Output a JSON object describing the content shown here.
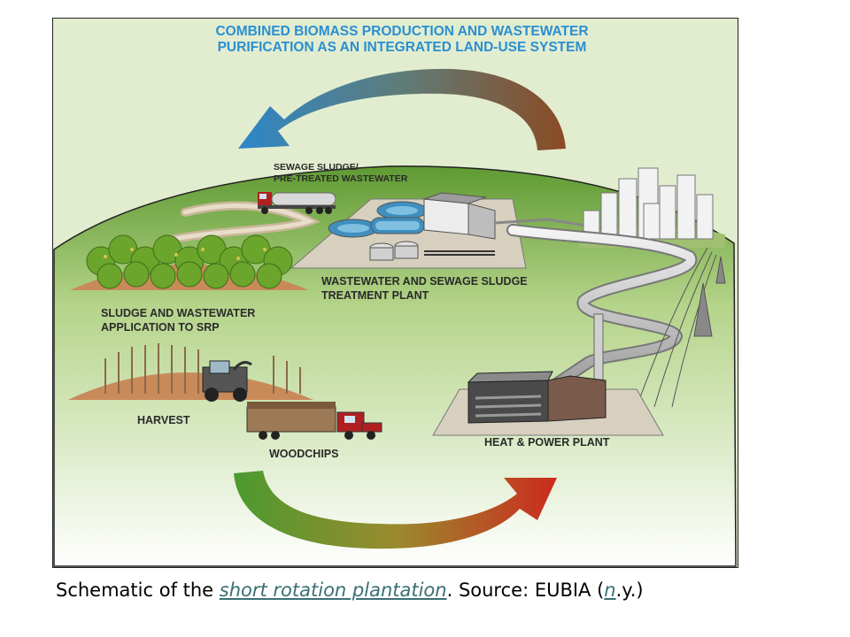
{
  "figure": {
    "title_line1": "COMBINED BIOMASS PRODUCTION AND WASTEWATER",
    "title_line2": "PURIFICATION AS AN INTEGRATED LAND-USE SYSTEM",
    "labels": {
      "sewage_line1": "SEWAGE SLUDGE/",
      "sewage_line2": "PRE-TREATED WASTEWATER",
      "treatment_line1": "WASTEWATER AND SEWAGE SLUDGE",
      "treatment_line2": "TREATMENT PLANT",
      "application_line1": "SLUDGE AND WASTEWATER",
      "application_line2": "APPLICATION TO SRP",
      "harvest": "HARVEST",
      "woodchips": "WOODCHIPS",
      "heat_power": "HEAT & POWER PLANT"
    },
    "colors": {
      "title": "#2b8fd0",
      "background": "#e2edd0",
      "hill": "#6fa43c",
      "arrow_blue": "#3d8bc6",
      "arrow_brown": "#7a4a2a",
      "arrow_green": "#5a9a3a",
      "arrow_red": "#c22a1f"
    }
  },
  "caption": {
    "prefix": "Schematic of the ",
    "link1": "short rotation plantation",
    "middle": ". Source: EUBIA (",
    "link2": "n",
    "suffix": ".y.)"
  }
}
